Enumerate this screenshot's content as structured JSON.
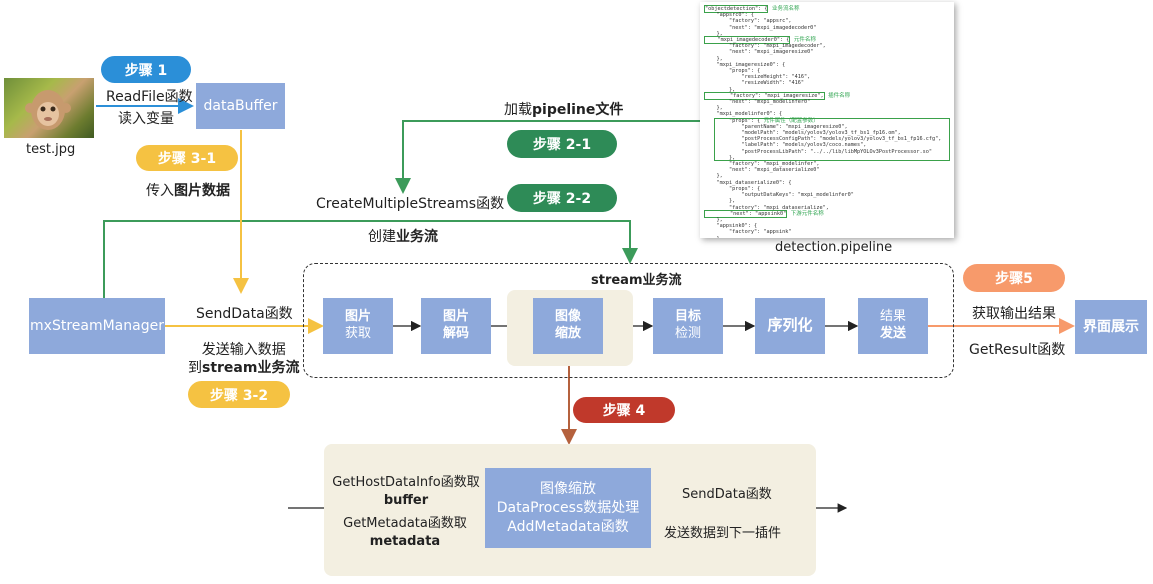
{
  "image": {
    "caption": "test.jpg"
  },
  "steps": {
    "s1": "步骤 1",
    "s2_1": "步骤 2-1",
    "s2_2": "步骤 2-2",
    "s3_1": "步骤 3-1",
    "s3_2": "步骤 3-2",
    "s4": "步骤 4",
    "s5": "步骤5"
  },
  "colors": {
    "blue_pill": "#2b8fd8",
    "green_pill": "#2e8b57",
    "yellow_pill": "#f5c242",
    "red_pill": "#c0392b",
    "orange_pill": "#f79a6b",
    "box": "#8ea9db",
    "highlight": "#f3efe1",
    "arrow_green": "#3c9b5a",
    "arrow_yellow": "#f5c242",
    "arrow_orange": "#f79a6b",
    "arrow_brown": "#b5613d"
  },
  "labels": {
    "readfile": "ReadFile函数",
    "read_var": "读入变量",
    "load_pipeline_pre": "加载",
    "load_pipeline_bold": "pipeline文件",
    "pass_image_pre": "传入",
    "pass_image_bold": "图片数据",
    "create_streams": "CreateMultipleStreams函数",
    "create_flow_pre": "创建",
    "create_flow_bold": "业务流",
    "senddata": "SendData函数",
    "send_input_1": "发送输入数据",
    "send_input_2_pre": "到",
    "send_input_2_bold": "stream业务流",
    "get_output": "获取输出结果",
    "getresult": "GetResult函数",
    "pipeline_file": "detection.pipeline",
    "host_info": "GetHostDataInfo函数取",
    "buffer": "buffer",
    "get_meta": "GetMetadata函数取",
    "metadata": "metadata",
    "senddata2": "SendData函数",
    "send_next": "发送数据到下一插件"
  },
  "boxes": {
    "databuffer": "dataBuffer",
    "manager": "mxStreamManager",
    "display": "界面展示",
    "stream_title": "stream业务流",
    "plugins": [
      [
        "图片",
        "获取"
      ],
      [
        "图片",
        "解码"
      ],
      [
        "图像",
        "缩放"
      ],
      [
        "目标",
        "检测"
      ],
      [
        "序列化"
      ],
      [
        "结果",
        "发送"
      ]
    ],
    "detail": [
      "图像缩放",
      "DataProcess数据处理",
      "AddMetadata函数"
    ]
  },
  "code_lines": [
    "\"objectdetection\": {",
    "    \"appsrc0\": {",
    "        \"factory\": \"appsrc\",",
    "        \"next\": \"mxpi_imagedecoder0\"",
    "    },",
    "    \"mxpi_imagedecoder0\": {",
    "        \"factory\": \"mxpi_imagedecoder\",",
    "        \"next\": \"mxpi_imageresize0\"",
    "    },",
    "    \"mxpi_imageresize0\": {",
    "        \"props\": {",
    "            \"resizeHeight\": \"416\",",
    "            \"resizeWidth\": \"416\"",
    "        },",
    "        \"factory\": \"mxpi_imageresize\",",
    "        \"next\": \"mxpi_modelinfer0\"",
    "    },",
    "    \"mxpi_modelinfer0\": {",
    "        \"props\": {",
    "            \"parentName\": \"mxpi_imageresize0\",",
    "            \"modelPath\": \"models/yolov3/yolov3_tf_bs1_fp16.om\",",
    "            \"postProcessConfigPath\": \"models/yolov3/yolov3_tf_bs1_fp16.cfg\",",
    "            \"labelPath\": \"models/yolov3/coco.names\",",
    "            \"postProcessLibPath\": \"../../lib/libMpYOLOv3PostProcessor.so\"",
    "        },",
    "        \"factory\": \"mxpi_modelinfer\",",
    "        \"next\": \"mxpi_dataserialize0\"",
    "    },",
    "    \"mxpi_dataserialize0\": {",
    "        \"props\": {",
    "            \"outputDataKeys\": \"mxpi_modelinfer0\"",
    "        },",
    "        \"factory\": \"mxpi_dataserialize\",",
    "        \"next\": \"appsink0\"",
    "    },",
    "    \"appsink0\": {",
    "        \"factory\": \"appsink\"",
    "    }",
    "}"
  ],
  "code_tags": {
    "business_name": "业务流名称",
    "element_name": "元件名称",
    "plugin_name": "插件名称",
    "element_props": "元件属性（配置参数）",
    "downstream_name": "下游元件名称"
  }
}
